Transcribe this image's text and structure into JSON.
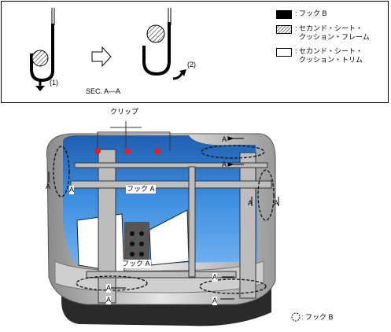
{
  "detail": {
    "arrow_1_label": "(1)",
    "arrow_2_label": "(2)",
    "section_label": "SEC. A—A"
  },
  "legend": {
    "hook_b": ": フック B",
    "frame_line1": ": セカンド・シート・",
    "frame_line2": "クッション・フレーム",
    "trim_line1": ": セカンド・シート・",
    "trim_line2": "クッション・トリム"
  },
  "labels": {
    "clip": "クリップ",
    "hook_a": "フック A",
    "section_letter": "A",
    "hook_b_note": ": フック B"
  },
  "colors": {
    "seat_blue": "#3f8fe0",
    "seat_blue_dark": "#1f5fb0",
    "frame_grey": "#9a9a9a",
    "clip_red": "#e02020",
    "base_dark": "#2a2a2a"
  },
  "icons": [
    "hook-b-fill-icon",
    "hatched-frame-icon",
    "trim-outline-icon",
    "arrow-right-icon",
    "arrow-down-icon",
    "rotate-arrow-icon",
    "dashed-circle-icon"
  ]
}
